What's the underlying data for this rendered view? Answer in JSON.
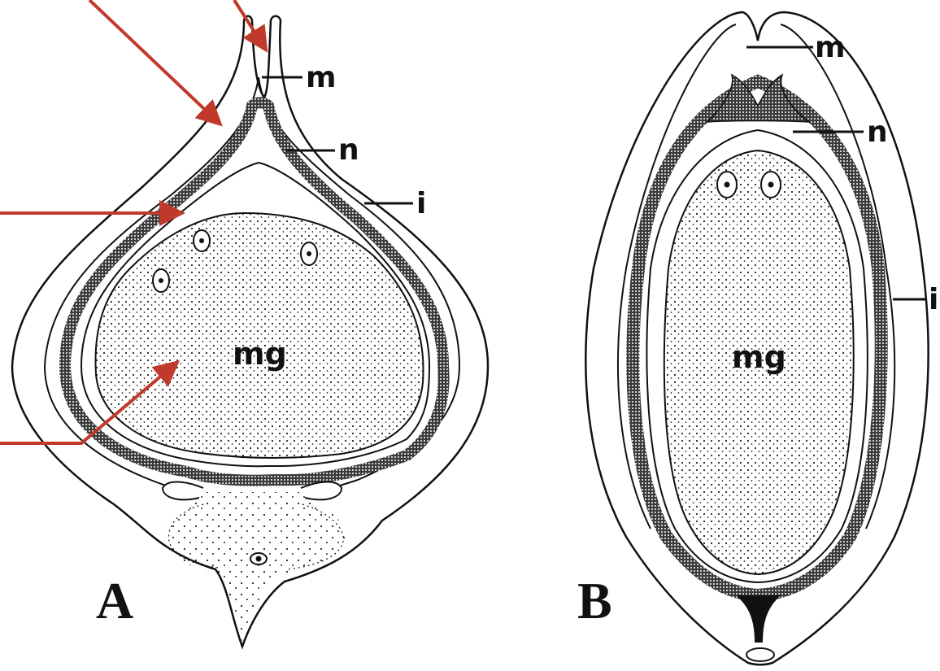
{
  "panels": [
    {
      "id": "A",
      "panel_label": "A",
      "labels": {
        "micropyle": "m",
        "nucellus": "n",
        "integument": "i",
        "megagametophyte": "mg"
      }
    },
    {
      "id": "B",
      "panel_label": "B",
      "labels": {
        "micropyle": "m",
        "nucellus": "n",
        "integument": "i",
        "megagametophyte": "mg"
      }
    }
  ],
  "colors": {
    "line": "#111111",
    "arrow": "#c0392b",
    "background": "#ffffff",
    "stipple": "#222222"
  }
}
